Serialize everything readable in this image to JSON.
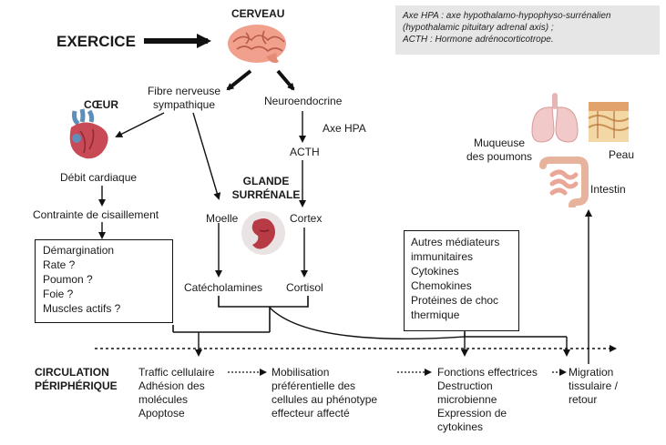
{
  "legend": {
    "line1": "Axe HPA : axe hypothalamo-hypophyso-surrénalien",
    "line2": "(hypothalamic pituitary adrenal axis) ;",
    "line3": "ACTH : Hormone adrénocorticotrope."
  },
  "nodes": {
    "exercice": "EXERCICE",
    "cerveau": "CERVEAU",
    "fibre_line1": "Fibre nerveuse",
    "fibre_line2": "sympathique",
    "neuroendocrine": "Neuroendocrine",
    "axe_hpa": "Axe HPA",
    "acth": "ACTH",
    "coeur": "CŒUR",
    "debit": "Débit cardiaque",
    "contrainte": "Contrainte de cisaillement",
    "glande_line1": "GLANDE",
    "glande_line2": "SURRÉNALE",
    "moelle": "Moelle",
    "cortex": "Cortex",
    "catecholamines": "Catécholamines",
    "cortisol": "Cortisol",
    "muqueuse_line1": "Muqueuse",
    "muqueuse_line2": "des poumons",
    "peau": "Peau",
    "intestin": "Intestin"
  },
  "left_box": [
    "Démargination",
    "Rate ?",
    "Poumon ?",
    "Foie ?",
    "Muscles actifs ?"
  ],
  "right_box": [
    "Autres médiateurs",
    "immunitaires",
    "Cytokines",
    "Chemokines",
    "Protéines de choc",
    "thermique"
  ],
  "bottom": {
    "circ_line1": "CIRCULATION",
    "circ_line2": "PÉRIPHÉRIQUE",
    "col1": [
      "Traffic cellulaire",
      "Adhésion des",
      "molécules",
      "Apoptose"
    ],
    "col2": [
      "Mobilisation",
      "préférentielle des",
      "cellules au phénotype",
      "effecteur affecté"
    ],
    "col3": [
      "Fonctions effectrices",
      "Destruction",
      "microbienne",
      "Expression de",
      "cytokines"
    ],
    "col4": [
      "Migration",
      "tissulaire /",
      "retour"
    ]
  }
}
